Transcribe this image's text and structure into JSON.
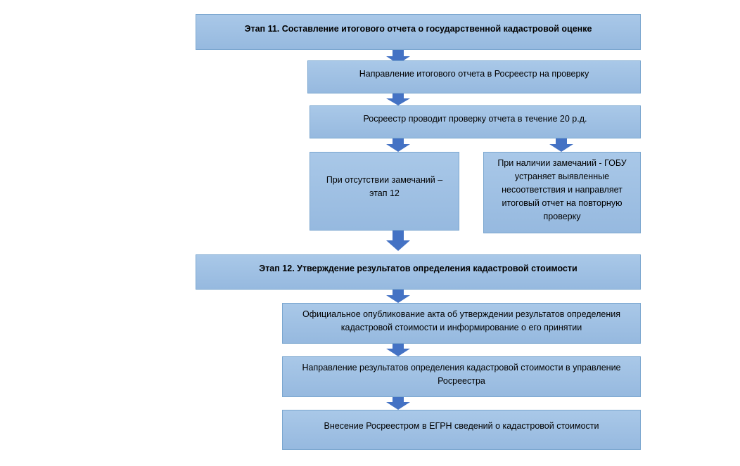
{
  "diagram": {
    "step11_title": "Этап 11. Составление итогового отчета о государственной кадастровой оценке",
    "send_report": "Направление итогового отчета в Росреестр на проверку",
    "rosreestr_check": "Росреестр проводит проверку отчета в течение 20 р.д.",
    "no_remarks": "При отсутствии замечаний – этап 12",
    "with_remarks": "При наличии замечаний - ГОБУ устраняет выявленные несоответствия и направляет итоговый отчет на повторную проверку",
    "step12_title": "Этап 12. Утверждение результатов определения кадастровой стоимости",
    "official_publication": "Официальное опубликование акта об утверждении результатов определения кадастровой стоимости и информирование о его принятии",
    "send_results": "Направление результатов определения кадастровой стоимости в управление Росреестра",
    "egrn_entry": "Внесение Росреестром в ЕГРН сведений о кадастровой стоимости"
  },
  "colors": {
    "box_fill": "#9dbfe3",
    "box_border": "#7aa6cf",
    "arrow_fill": "#4472c4"
  }
}
